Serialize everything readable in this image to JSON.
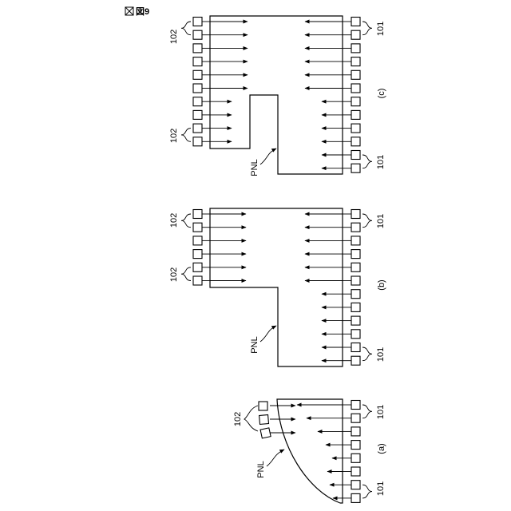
{
  "figure_label": "図9",
  "labels": {
    "ref_101": "101",
    "ref_102": "102",
    "panel": "PNL",
    "sub_a": "(a)",
    "sub_b": "(b)",
    "sub_c": "(c)"
  }
}
